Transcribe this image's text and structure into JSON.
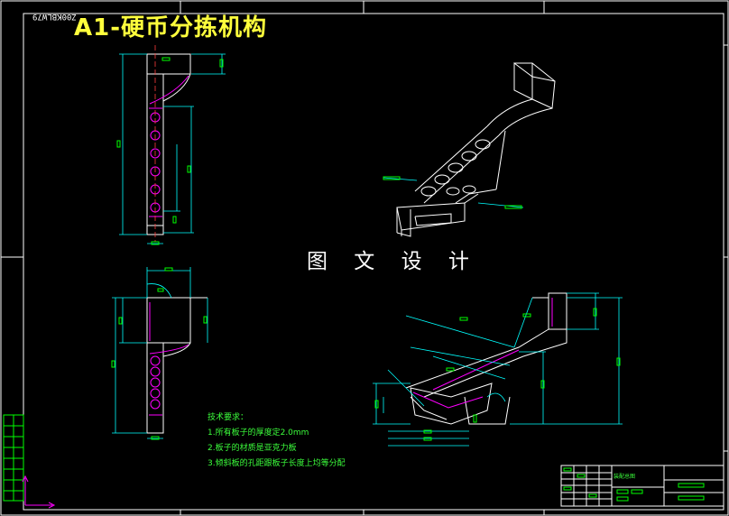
{
  "drawing": {
    "title": "A1-硬币分拣机构",
    "code": "Z00KBLW79",
    "watermark": "图 文 设 计",
    "title_block_name": "装配总图",
    "tech_req": {
      "heading": "技术要求：",
      "items": [
        "1.所有板子的厚度定2.0mm",
        "2.板子的材质是亚克力板",
        "3.倾斜板的孔距跟板子长度上均等分配"
      ]
    }
  },
  "colors": {
    "background": "#000000",
    "frame": "#ffffff",
    "dimension": "#00ffff",
    "dim_text": "#00ff00",
    "highlight": "#ff00ff",
    "title_text": "#ffff3c",
    "centerline": "#ff3c3c"
  }
}
